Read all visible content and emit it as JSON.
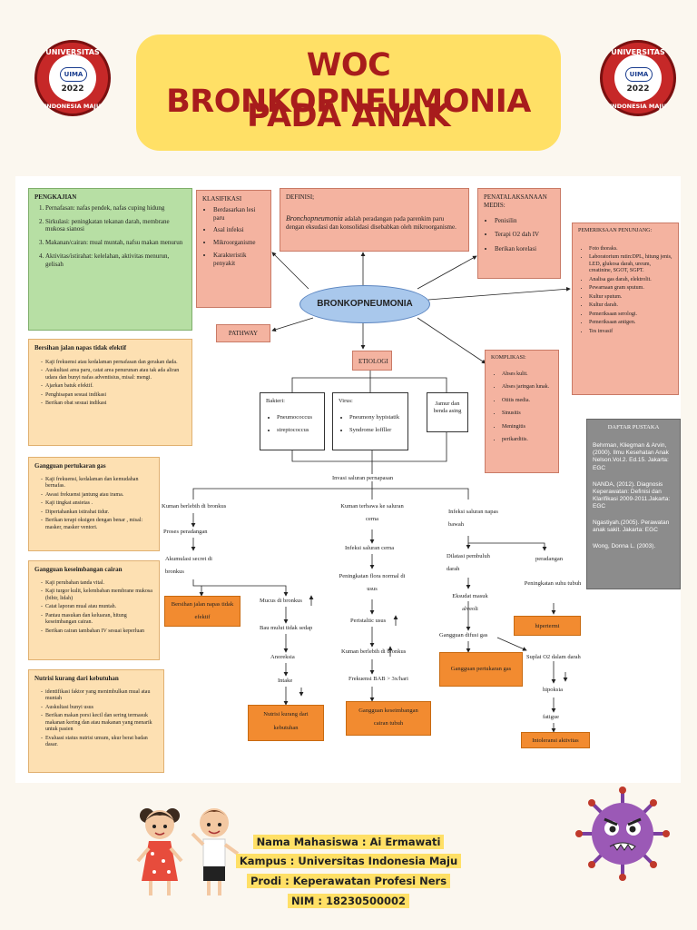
{
  "header": {
    "title_line1": "WOC BRONKOPNEUMONIA",
    "title_line2": "PADA ANAK",
    "logo": {
      "arc_top": "UNIVERSITAS",
      "arc_bottom": "INDONESIA MAJU",
      "mark": "UIMA",
      "year": "2022"
    }
  },
  "center": "BRONKOPNEUMONIA",
  "pengkajian": {
    "title": "PENGKAJIAN",
    "items": [
      "Pernafasan: nafas pendek, nafas cuping hidung",
      "Sirkulasi: peningkatan tekanan darah, membrane mukosa sianosi",
      "Makanan/cairan: mual muntah, nafsu makan menurun",
      "Aktivitas/istirahat: kelelahan, aktivitas menurun, gelisah"
    ]
  },
  "klasifikasi": {
    "title": "KLASIFIKASI",
    "items": [
      "Berdasarkan lesi paru",
      "Asal infeksi",
      "Mikroorganisme",
      "Karakteristik penyakit"
    ]
  },
  "definisi": {
    "title": "DEFINISI;",
    "term": "Bronchopneumonia",
    "text": " adalah peradangan pada parenkim paru dengan eksudasi dan konsolidasi disebabkan oleh mikroorganisme."
  },
  "penatalaksanaan": {
    "title": "PENATALAKSANAAN MEDIS:",
    "items": [
      "Penisilin",
      "Terapi O2 dah IV",
      "Berikan korelasi"
    ]
  },
  "pemeriksaan": {
    "title": "PEMERIKSAAN PENUNJANG:",
    "items": [
      "Foto thoraks.",
      "Laboratorium rutin:DPL, hitung jenis, LED, glukosa darah, ureum, creatinine, SGOT, SGPT.",
      "Analisa gas darah, elektrolit.",
      "Pewarnaan gram sputum.",
      "Kultur sputum.",
      "Kultur darah.",
      "Pemeriksaan serologi.",
      "Pemeriksaan antigen.",
      "Tes invasif"
    ]
  },
  "pathway": "PATHWAY",
  "etiologi": "ETIOLOGI",
  "bakteri": {
    "title": "Bakteri:",
    "items": [
      "Pneumococcus",
      "streptococcus"
    ]
  },
  "virus": {
    "title": "Virus:",
    "items": [
      "Pneumony hypistatik",
      "Syndrome loffller"
    ]
  },
  "jamur": "Jamur dan benda asing",
  "komplikasi": {
    "title": "KOMPLIKASI:",
    "items": [
      "Abses kulit.",
      "Abses jaringan lunak.",
      "Otitis media.",
      "Sinusitis",
      "Meningitis",
      "perikarditis."
    ]
  },
  "daftar_pustaka": {
    "title": "DAFTAR PUSTAKA",
    "items": [
      "Behrman, Kliegman & Arvin, (2000). Ilmu Kesehatan Anak Nelson.Vol.2. Ed.15. Jakarta: EGC",
      "NANDA, (2012). Diagnosis Keperawatan: Definisi dan Klarifikasi 2009-2011.Jakarta: EGC",
      "Ngastiyah.(2005). Perawatan anak sakit. Jakarta: EGC",
      "Wong, Donna L. (2003)."
    ]
  },
  "bersihan": {
    "title": "Bersihan jalan napas tidak efektif",
    "items": [
      "Kaji frekuensi atau kedalaman pernafasan dan gerakan dada.",
      "Auskultasi area paru, catat area penurunan atau tak ada aliran udara dan bunyi nafas adventisius, misal: mengi.",
      "Ajarkan batuk efektif.",
      "Penghisapan sesuai indikasi",
      "Berikan obat sesuai indikasi"
    ]
  },
  "pertukaran": {
    "title": "Gangguan pertukaran gas",
    "items": [
      "Kaji frekuensi, kedalaman dan kemudahan bernafas.",
      "Awasi frekuensi jantung atau irama.",
      "Kaji tingkat ansietas .",
      "Dipertahankan istirahat tidur.",
      "Berikan terapi oksigen dengan benar , misal: masker, masker ventori."
    ]
  },
  "keseimbangan": {
    "title": "Gangguan keseimbangan cairan",
    "items": [
      "Kaji perubahan tanda vital.",
      "Kaji turgor kulit, kelembaban membrane mukosa (bibir, lidah)",
      "Catat laporan mual atau muntah.",
      "Pantau masukan dan keluaran, hitung keseimbangan cairan.",
      "Berikan cairan tambahan IV sesuai keperluan"
    ]
  },
  "nutrisi": {
    "title": "Nutrisi kurang dari kebutuhan",
    "items": [
      "identifikasi faktor yang menimbulkan mual atau muntah",
      "Auskultasi bunyi usus",
      "Berikan makan porsi kecil dan sering termasuk makanan kering dan atau makanan yang menarik untuk pasien",
      "Evaluasi status nutrisi umum, ukur berat badan dasar."
    ]
  },
  "flow": {
    "invasi": "Invasi saluran pernapasan",
    "left": [
      "Kuman berlebih di bronkus",
      "Proses peradangan",
      "Akumulasi secret di bronkus",
      "Mucus di bronkus",
      "Bau mulut tidak sedap",
      "Anoreksia",
      "Intake"
    ],
    "mid": [
      "Kuman terbawa ke saluran cerna",
      "Infeksi saluran cerna",
      "Peningkatan flora normal di usus",
      "Peristaltic usus",
      "Kuman berlebih di bronkus",
      "Frekuensi BAB > 3x/hari"
    ],
    "right": [
      "Infeksi saluran napas bawah",
      "Dilatasi pembuluh darah",
      "Eksudat masuk alveoli",
      "Gangguan difusi gas",
      "Suplai O2 dalam darah",
      "hipoksia",
      "fatigue",
      "peradangan",
      "Peningkatan suhu tubuh"
    ],
    "diagnoses": {
      "bersihan": "Bersihan jalan napas tidak efektif",
      "nutrisi": "Nutrisi kurang dari kebutuhan",
      "cairan": "Gangguan keseimbangan cairan tubuh",
      "gas": "Gangguan pertukaran gas",
      "hipertermi": "hipertermi",
      "intoleransi": "Intoleransi aktivitas"
    }
  },
  "footer": {
    "nama": "Nama Mahasiswa : Ai Ermawati",
    "kampus": "Kampus : Universitas Indonesia Maju",
    "prodi": "Prodi : Keperawatan Profesi Ners",
    "nim": "NIM : 18230500002"
  },
  "colors": {
    "title_bg": "#ffe066",
    "title_text": "#a81c1c",
    "green": "#b7dfa4",
    "salmon": "#f4b3a0",
    "peach": "#fde0b2",
    "orange": "#f28b30",
    "ellipse": "#a9c8ec"
  }
}
